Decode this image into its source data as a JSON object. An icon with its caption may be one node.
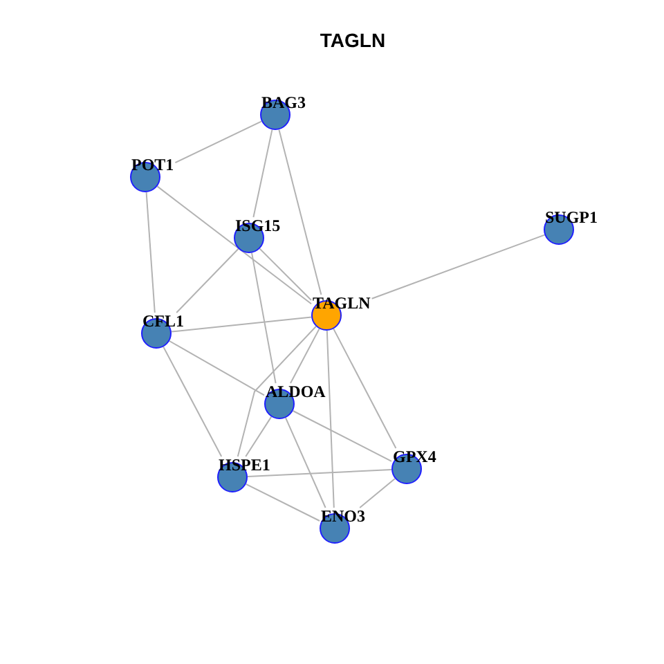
{
  "diagram": {
    "title": "TAGLN",
    "nodes": [
      {
        "text": [
          "BAG3"
        ]
      },
      {
        "text": [
          "POT1"
        ]
      },
      {
        "text": [
          "ISG15"
        ]
      },
      {
        "text": [
          "SUGP1"
        ]
      },
      {
        "text": [
          "TAGLN"
        ]
      },
      {
        "text": [
          "CFL1"
        ]
      },
      {
        "text": [
          "ALDOA"
        ]
      },
      {
        "text": [
          "HSPE1"
        ]
      },
      {
        "text": [
          "GPX4"
        ]
      },
      {
        "text": [
          "ENO3"
        ]
      }
    ],
    "edges": [
      {
        "from": 0,
        "to": 1,
        "arrow": "none"
      },
      {
        "from": 0,
        "to": 2,
        "arrow": "none"
      },
      {
        "from": 0,
        "to": 4,
        "arrow": "none"
      },
      {
        "from": 1,
        "to": 5,
        "arrow": "none"
      },
      {
        "from": 1,
        "to": 4,
        "arrow": "none"
      },
      {
        "from": 2,
        "to": 5,
        "arrow": "none"
      },
      {
        "from": 2,
        "to": 4,
        "arrow": "none"
      },
      {
        "from": 2,
        "to": 6,
        "arrow": "none"
      },
      {
        "from": 3,
        "to": 4,
        "arrow": "none"
      },
      {
        "from": 5,
        "to": 4,
        "arrow": "none"
      },
      {
        "from": 5,
        "to": 6,
        "arrow": "none"
      },
      {
        "from": 5,
        "to": 7,
        "arrow": "none"
      },
      {
        "from": 4,
        "to": 6,
        "arrow": "none"
      },
      {
        "from": 4,
        "to": 7,
        "arrow": "none"
      },
      {
        "from": 4,
        "to": 8,
        "arrow": "none"
      },
      {
        "from": 4,
        "to": 9,
        "arrow": "none"
      },
      {
        "from": 6,
        "to": 7,
        "arrow": "none"
      },
      {
        "from": 6,
        "to": 8,
        "arrow": "none"
      },
      {
        "from": 6,
        "to": 9,
        "arrow": "none"
      },
      {
        "from": 7,
        "to": 8,
        "arrow": "none"
      },
      {
        "from": 7,
        "to": 9,
        "arrow": "none"
      },
      {
        "from": 8,
        "to": 9,
        "arrow": "none"
      }
    ]
  }
}
